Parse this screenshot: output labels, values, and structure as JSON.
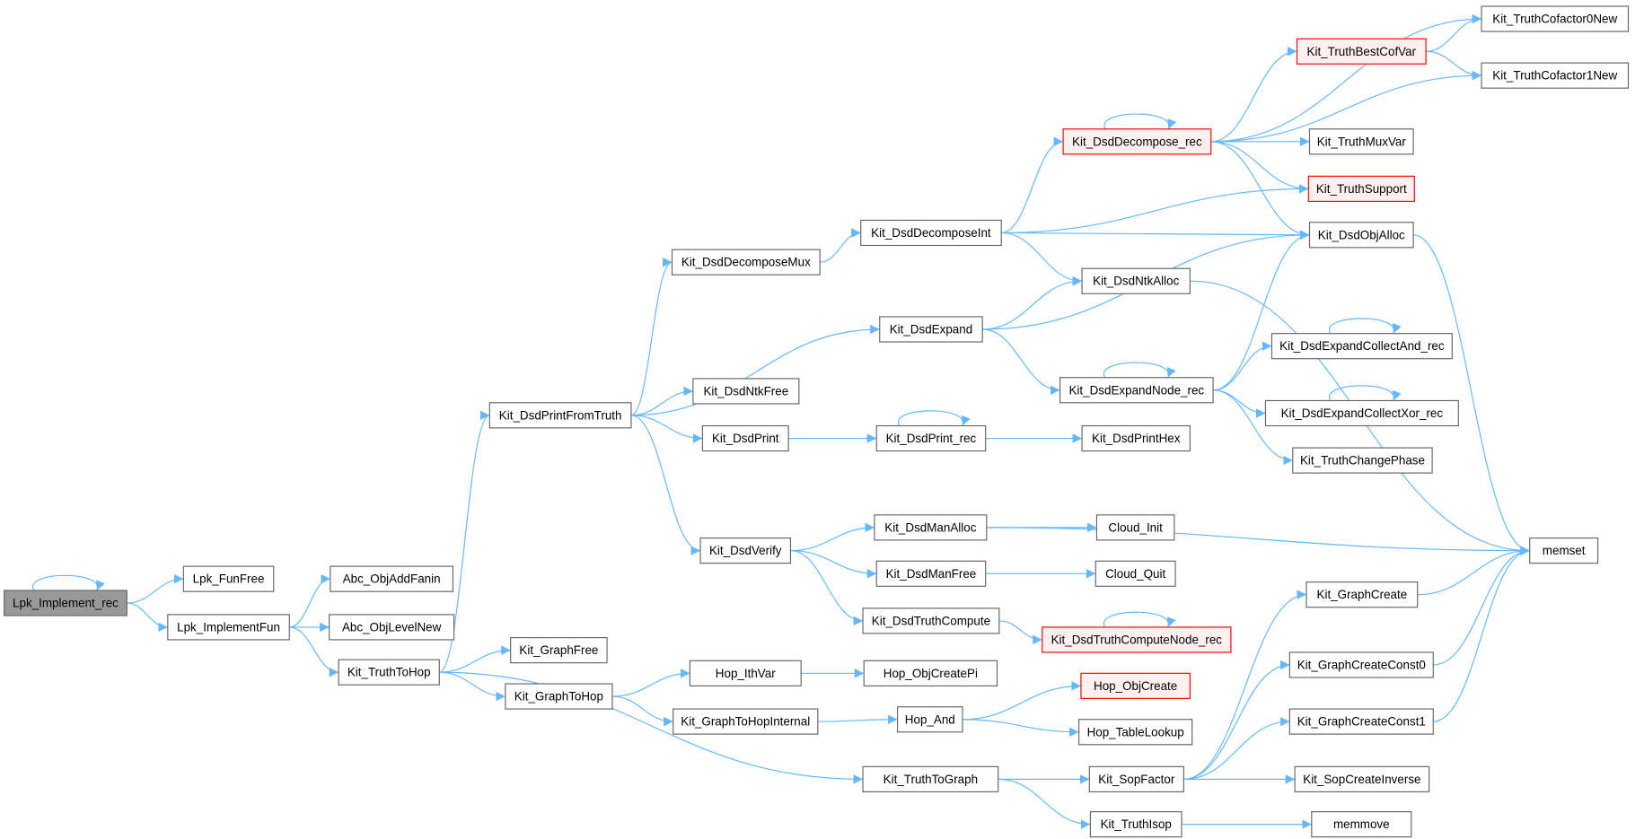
{
  "title": "Call graph of Lpk_Implement_rec",
  "colors": {
    "edge": "#63b8ff",
    "root_fill": "#999999",
    "truncated_border": "#ff0000",
    "truncated_fill": "#fff0f0",
    "node_border": "#666666"
  },
  "nodes": [
    {
      "id": "Lpk_Implement_rec",
      "label": "Lpk_Implement_rec",
      "style": "root"
    },
    {
      "id": "Lpk_FunFree",
      "label": "Lpk_FunFree",
      "style": "normal"
    },
    {
      "id": "Lpk_ImplementFun",
      "label": "Lpk_ImplementFun",
      "style": "normal"
    },
    {
      "id": "Abc_ObjAddFanin",
      "label": "Abc_ObjAddFanin",
      "style": "normal"
    },
    {
      "id": "Abc_ObjLevelNew",
      "label": "Abc_ObjLevelNew",
      "style": "normal"
    },
    {
      "id": "Kit_TruthToHop",
      "label": "Kit_TruthToHop",
      "style": "normal"
    },
    {
      "id": "Kit_DsdPrintFromTruth",
      "label": "Kit_DsdPrintFromTruth",
      "style": "normal"
    },
    {
      "id": "Kit_GraphFree",
      "label": "Kit_GraphFree",
      "style": "normal"
    },
    {
      "id": "Kit_GraphToHop",
      "label": "Kit_GraphToHop",
      "style": "normal"
    },
    {
      "id": "Kit_DsdDecomposeMux",
      "label": "Kit_DsdDecomposeMux",
      "style": "normal"
    },
    {
      "id": "Kit_DsdNtkFree",
      "label": "Kit_DsdNtkFree",
      "style": "normal"
    },
    {
      "id": "Kit_DsdPrint",
      "label": "Kit_DsdPrint",
      "style": "normal"
    },
    {
      "id": "Kit_DsdVerify",
      "label": "Kit_DsdVerify",
      "style": "normal"
    },
    {
      "id": "Hop_IthVar",
      "label": "Hop_IthVar",
      "style": "normal"
    },
    {
      "id": "Kit_GraphToHopInternal",
      "label": "Kit_GraphToHopInternal",
      "style": "normal"
    },
    {
      "id": "Kit_DsdDecomposeInt",
      "label": "Kit_DsdDecomposeInt",
      "style": "normal"
    },
    {
      "id": "Kit_DsdExpand",
      "label": "Kit_DsdExpand",
      "style": "normal"
    },
    {
      "id": "Kit_DsdPrint_rec",
      "label": "Kit_DsdPrint_rec",
      "style": "normal"
    },
    {
      "id": "Kit_DsdManAlloc",
      "label": "Kit_DsdManAlloc",
      "style": "normal"
    },
    {
      "id": "Kit_DsdManFree",
      "label": "Kit_DsdManFree",
      "style": "normal"
    },
    {
      "id": "Kit_DsdTruthCompute",
      "label": "Kit_DsdTruthCompute",
      "style": "normal"
    },
    {
      "id": "Hop_ObjCreatePi",
      "label": "Hop_ObjCreatePi",
      "style": "normal"
    },
    {
      "id": "Hop_And",
      "label": "Hop_And",
      "style": "normal"
    },
    {
      "id": "Kit_TruthToGraph",
      "label": "Kit_TruthToGraph",
      "style": "normal"
    },
    {
      "id": "Kit_DsdDecompose_rec",
      "label": "Kit_DsdDecompose_rec",
      "style": "truncated"
    },
    {
      "id": "Kit_DsdNtkAlloc",
      "label": "Kit_DsdNtkAlloc",
      "style": "normal"
    },
    {
      "id": "Kit_DsdExpandNode_rec",
      "label": "Kit_DsdExpandNode_rec",
      "style": "normal"
    },
    {
      "id": "Kit_DsdPrintHex",
      "label": "Kit_DsdPrintHex",
      "style": "normal"
    },
    {
      "id": "Cloud_Init",
      "label": "Cloud_Init",
      "style": "normal"
    },
    {
      "id": "Cloud_Quit",
      "label": "Cloud_Quit",
      "style": "normal"
    },
    {
      "id": "Kit_DsdTruthComputeNode_rec",
      "label": "Kit_DsdTruthComputeNode_rec",
      "style": "truncated"
    },
    {
      "id": "Hop_ObjCreate",
      "label": "Hop_ObjCreate",
      "style": "truncated"
    },
    {
      "id": "Hop_TableLookup",
      "label": "Hop_TableLookup",
      "style": "normal"
    },
    {
      "id": "Kit_SopFactor",
      "label": "Kit_SopFactor",
      "style": "normal"
    },
    {
      "id": "Kit_TruthIsop",
      "label": "Kit_TruthIsop",
      "style": "normal"
    },
    {
      "id": "Kit_TruthBestCofVar",
      "label": "Kit_TruthBestCofVar",
      "style": "truncated"
    },
    {
      "id": "Kit_TruthMuxVar",
      "label": "Kit_TruthMuxVar",
      "style": "normal"
    },
    {
      "id": "Kit_TruthSupport",
      "label": "Kit_TruthSupport",
      "style": "truncated"
    },
    {
      "id": "Kit_DsdObjAlloc",
      "label": "Kit_DsdObjAlloc",
      "style": "normal"
    },
    {
      "id": "Kit_DsdExpandCollectAnd_rec",
      "label": "Kit_DsdExpandCollectAnd_rec",
      "style": "normal"
    },
    {
      "id": "Kit_DsdExpandCollectXor_rec",
      "label": "Kit_DsdExpandCollectXor_rec",
      "style": "normal"
    },
    {
      "id": "Kit_TruthChangePhase",
      "label": "Kit_TruthChangePhase",
      "style": "normal"
    },
    {
      "id": "Kit_GraphCreate",
      "label": "Kit_GraphCreate",
      "style": "normal"
    },
    {
      "id": "Kit_GraphCreateConst0",
      "label": "Kit_GraphCreateConst0",
      "style": "normal"
    },
    {
      "id": "Kit_GraphCreateConst1",
      "label": "Kit_GraphCreateConst1",
      "style": "normal"
    },
    {
      "id": "Kit_SopCreateInverse",
      "label": "Kit_SopCreateInverse",
      "style": "normal"
    },
    {
      "id": "memmove",
      "label": "memmove",
      "style": "normal"
    },
    {
      "id": "Kit_TruthCofactor0New",
      "label": "Kit_TruthCofactor0New",
      "style": "normal"
    },
    {
      "id": "Kit_TruthCofactor1New",
      "label": "Kit_TruthCofactor1New",
      "style": "normal"
    },
    {
      "id": "memset",
      "label": "memset",
      "style": "normal"
    }
  ],
  "edges": [
    [
      "Lpk_Implement_rec",
      "Lpk_Implement_rec"
    ],
    [
      "Lpk_Implement_rec",
      "Lpk_FunFree"
    ],
    [
      "Lpk_Implement_rec",
      "Lpk_ImplementFun"
    ],
    [
      "Lpk_ImplementFun",
      "Abc_ObjAddFanin"
    ],
    [
      "Lpk_ImplementFun",
      "Abc_ObjLevelNew"
    ],
    [
      "Lpk_ImplementFun",
      "Kit_TruthToHop"
    ],
    [
      "Kit_TruthToHop",
      "Kit_DsdPrintFromTruth"
    ],
    [
      "Kit_TruthToHop",
      "Kit_GraphFree"
    ],
    [
      "Kit_TruthToHop",
      "Kit_GraphToHop"
    ],
    [
      "Kit_TruthToHop",
      "Kit_TruthToGraph"
    ],
    [
      "Kit_DsdPrintFromTruth",
      "Kit_DsdDecomposeMux"
    ],
    [
      "Kit_DsdPrintFromTruth",
      "Kit_DsdExpand"
    ],
    [
      "Kit_DsdPrintFromTruth",
      "Kit_DsdNtkFree"
    ],
    [
      "Kit_DsdPrintFromTruth",
      "Kit_DsdPrint"
    ],
    [
      "Kit_DsdPrintFromTruth",
      "Kit_DsdVerify"
    ],
    [
      "Kit_DsdDecomposeMux",
      "Kit_DsdDecomposeInt"
    ],
    [
      "Kit_DsdDecomposeInt",
      "Kit_DsdDecompose_rec"
    ],
    [
      "Kit_DsdDecomposeInt",
      "Kit_TruthSupport"
    ],
    [
      "Kit_DsdDecomposeInt",
      "Kit_DsdObjAlloc"
    ],
    [
      "Kit_DsdDecomposeInt",
      "Kit_DsdNtkAlloc"
    ],
    [
      "Kit_DsdDecompose_rec",
      "Kit_DsdDecompose_rec"
    ],
    [
      "Kit_DsdDecompose_rec",
      "Kit_TruthCofactor0New"
    ],
    [
      "Kit_DsdDecompose_rec",
      "Kit_TruthBestCofVar"
    ],
    [
      "Kit_DsdDecompose_rec",
      "Kit_TruthCofactor1New"
    ],
    [
      "Kit_DsdDecompose_rec",
      "Kit_TruthMuxVar"
    ],
    [
      "Kit_DsdDecompose_rec",
      "Kit_TruthSupport"
    ],
    [
      "Kit_DsdDecompose_rec",
      "Kit_DsdObjAlloc"
    ],
    [
      "Kit_TruthBestCofVar",
      "Kit_TruthCofactor0New"
    ],
    [
      "Kit_TruthBestCofVar",
      "Kit_TruthCofactor1New"
    ],
    [
      "Kit_DsdObjAlloc",
      "memset"
    ],
    [
      "Kit_DsdNtkAlloc",
      "memset"
    ],
    [
      "Kit_DsdExpand",
      "Kit_DsdNtkAlloc"
    ],
    [
      "Kit_DsdExpand",
      "Kit_DsdObjAlloc"
    ],
    [
      "Kit_DsdExpand",
      "Kit_DsdExpandNode_rec"
    ],
    [
      "Kit_DsdExpandNode_rec",
      "Kit_DsdExpandNode_rec"
    ],
    [
      "Kit_DsdExpandNode_rec",
      "Kit_DsdObjAlloc"
    ],
    [
      "Kit_DsdExpandNode_rec",
      "Kit_DsdExpandCollectAnd_rec"
    ],
    [
      "Kit_DsdExpandNode_rec",
      "Kit_DsdExpandCollectXor_rec"
    ],
    [
      "Kit_DsdExpandNode_rec",
      "Kit_TruthChangePhase"
    ],
    [
      "Kit_DsdExpandCollectAnd_rec",
      "Kit_DsdExpandCollectAnd_rec"
    ],
    [
      "Kit_DsdExpandCollectXor_rec",
      "Kit_DsdExpandCollectXor_rec"
    ],
    [
      "Kit_DsdPrint",
      "Kit_DsdPrint_rec"
    ],
    [
      "Kit_DsdPrint_rec",
      "Kit_DsdPrint_rec"
    ],
    [
      "Kit_DsdPrint_rec",
      "Kit_DsdPrintHex"
    ],
    [
      "Kit_DsdVerify",
      "Kit_DsdManAlloc"
    ],
    [
      "Kit_DsdVerify",
      "Kit_DsdManFree"
    ],
    [
      "Kit_DsdVerify",
      "Kit_DsdTruthCompute"
    ],
    [
      "Kit_DsdManAlloc",
      "Cloud_Init"
    ],
    [
      "Kit_DsdManAlloc",
      "memset"
    ],
    [
      "Kit_DsdManFree",
      "Cloud_Quit"
    ],
    [
      "Kit_DsdTruthCompute",
      "Kit_DsdTruthComputeNode_rec"
    ],
    [
      "Kit_DsdTruthComputeNode_rec",
      "Kit_DsdTruthComputeNode_rec"
    ],
    [
      "Kit_GraphToHop",
      "Hop_IthVar"
    ],
    [
      "Kit_GraphToHop",
      "Kit_GraphToHopInternal"
    ],
    [
      "Hop_IthVar",
      "Hop_ObjCreatePi"
    ],
    [
      "Kit_GraphToHopInternal",
      "Hop_And"
    ],
    [
      "Hop_And",
      "Hop_ObjCreate"
    ],
    [
      "Hop_And",
      "Hop_TableLookup"
    ],
    [
      "Kit_TruthToGraph",
      "Kit_SopFactor"
    ],
    [
      "Kit_TruthToGraph",
      "Kit_TruthIsop"
    ],
    [
      "Kit_SopFactor",
      "Kit_GraphCreate"
    ],
    [
      "Kit_SopFactor",
      "Kit_GraphCreateConst0"
    ],
    [
      "Kit_SopFactor",
      "Kit_GraphCreateConst1"
    ],
    [
      "Kit_SopFactor",
      "Kit_SopCreateInverse"
    ],
    [
      "Kit_GraphCreate",
      "memset"
    ],
    [
      "Kit_GraphCreateConst0",
      "memset"
    ],
    [
      "Kit_GraphCreateConst1",
      "memset"
    ],
    [
      "Kit_TruthIsop",
      "memmove"
    ]
  ]
}
